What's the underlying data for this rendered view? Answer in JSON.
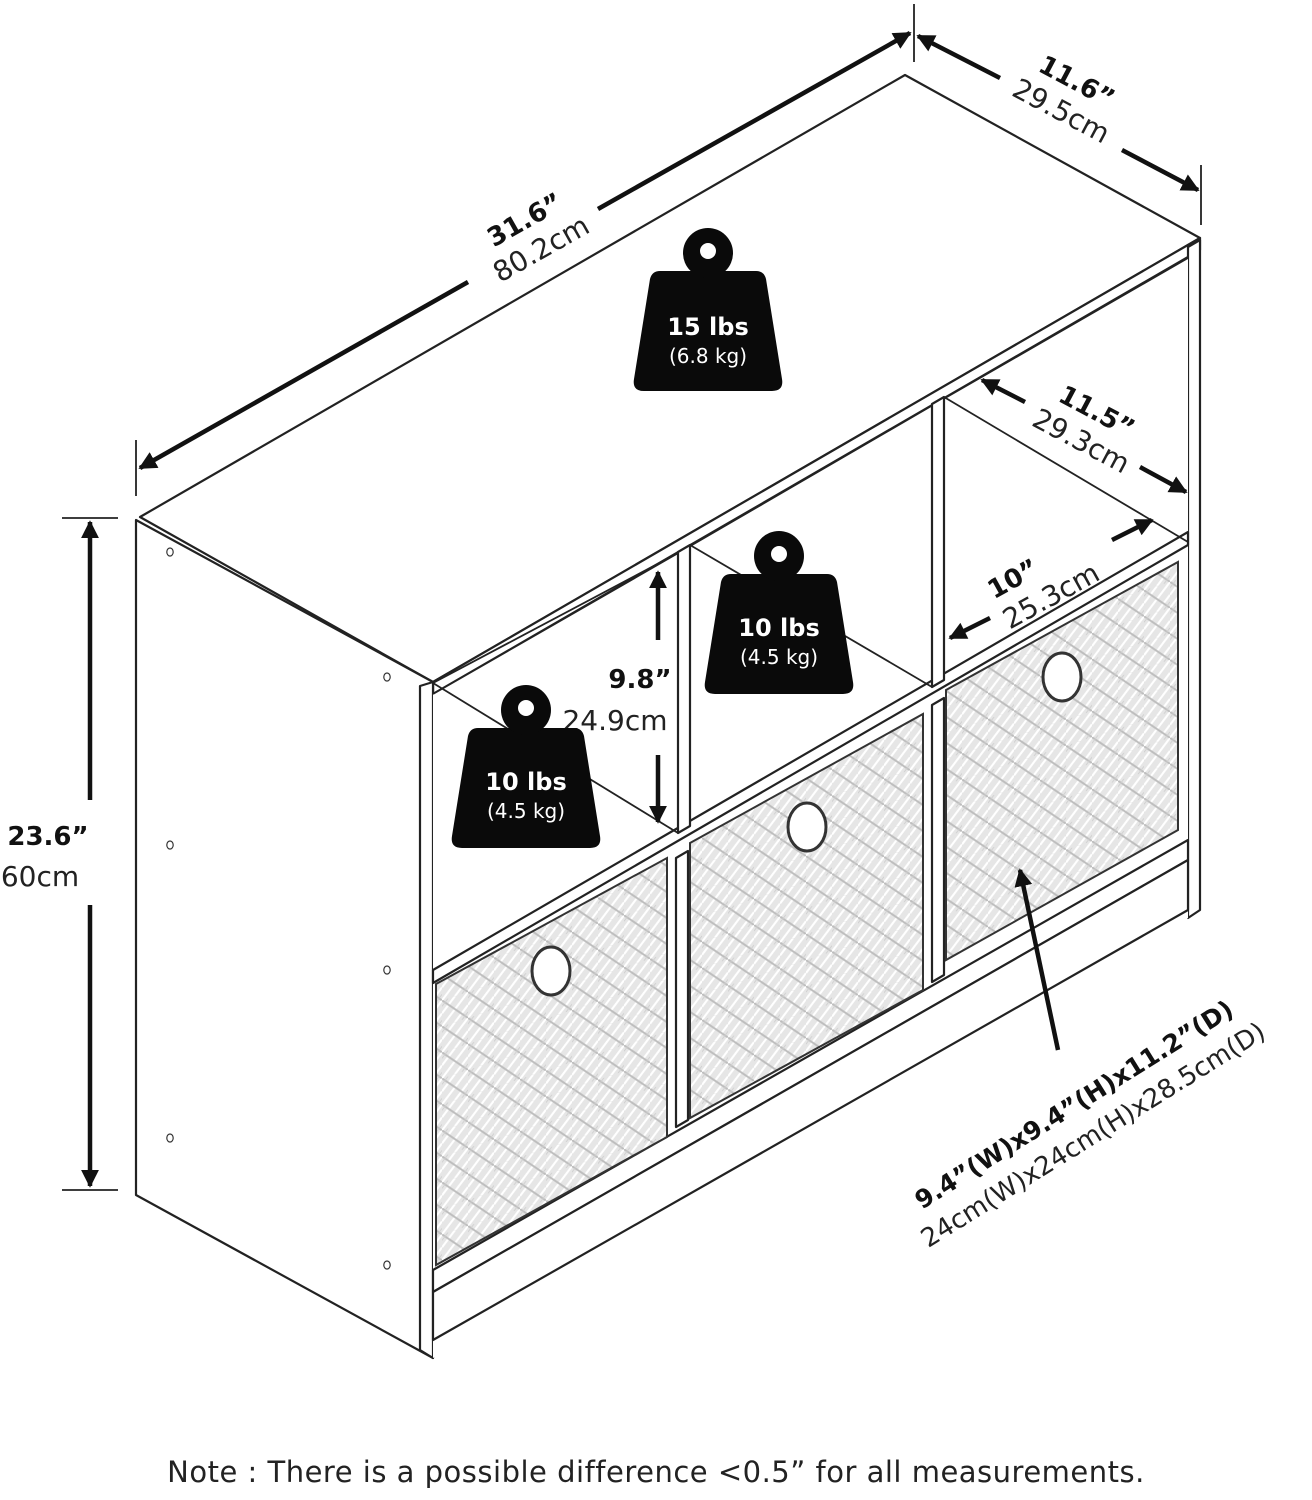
{
  "dimensions": {
    "width": {
      "imperial": "31.6”",
      "metric": "80.2cm"
    },
    "depth": {
      "imperial": "11.6”",
      "metric": "29.5cm"
    },
    "height": {
      "imperial": "23.6”",
      "metric": "60cm"
    },
    "inner_depth": {
      "imperial": "11.5”",
      "metric": "29.3cm"
    },
    "cube_height": {
      "imperial": "9.8”",
      "metric": "24.9cm"
    },
    "cube_width": {
      "imperial": "10”",
      "metric": "25.3cm"
    },
    "bin_size": {
      "imperial": "9.4”(W)x9.4”(H)x11.2”(D)",
      "metric": "24cm(W)x24cm(H)x28.5cm(D)"
    }
  },
  "weights": {
    "top": {
      "main": "15 lbs",
      "sub": "(6.8 kg)"
    },
    "cube_right": {
      "main": "10 lbs",
      "sub": "(4.5 kg)"
    },
    "cube_left": {
      "main": "10 lbs",
      "sub": "(4.5 kg)"
    }
  },
  "note": "Note : There is a possible difference <0.5” for all measurements."
}
